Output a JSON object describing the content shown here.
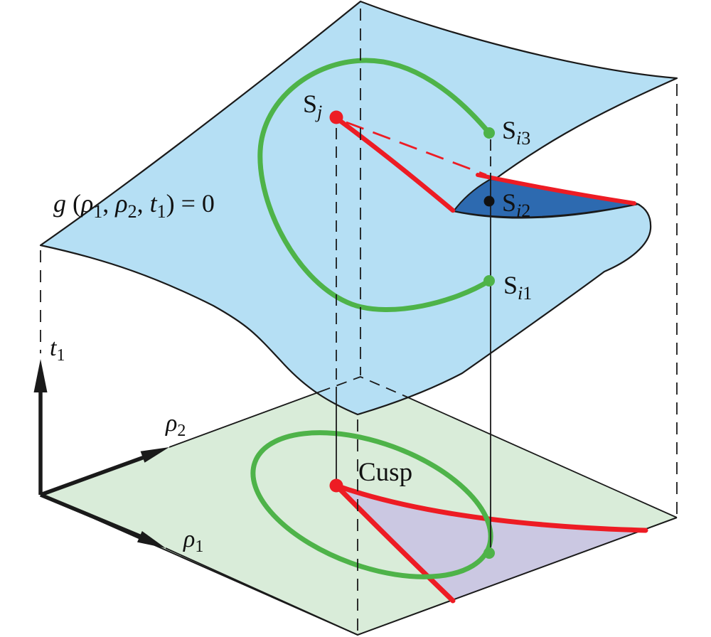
{
  "figure_title": "cusp-catastrophe-surface-projection",
  "surface_equation": {
    "p1": "g",
    "p2": " (",
    "p3": "ρ",
    "p4": "1",
    "p5": ", ",
    "p6": "ρ",
    "p7": "2",
    "p8": ", ",
    "p9": "t",
    "p10": "1",
    "p11": ") = 0"
  },
  "point_labels": {
    "sj": {
      "main": "S",
      "sub_letter": "j",
      "sub_digit": ""
    },
    "si3": {
      "main": "S",
      "sub_letter": "i",
      "sub_digit": "3"
    },
    "si2": {
      "main": "S",
      "sub_letter": "i",
      "sub_digit": "2"
    },
    "si1": {
      "main": "S",
      "sub_letter": "i",
      "sub_digit": "1"
    }
  },
  "cusp_label": "Cusp",
  "axis_labels": {
    "t1": {
      "main": "t",
      "sub": "1"
    },
    "rho2": {
      "main": "ρ",
      "sub": "2"
    },
    "rho1": {
      "main": "ρ",
      "sub": "1"
    }
  },
  "colors": {
    "surface": "#b5dff4",
    "fold_dark": "#2d6ab0",
    "plane": "#d9ecd9",
    "cusp_region": "#cbc8e2",
    "red": "#ed1c24",
    "green": "#4eb349",
    "black": "#1a1a1a"
  }
}
